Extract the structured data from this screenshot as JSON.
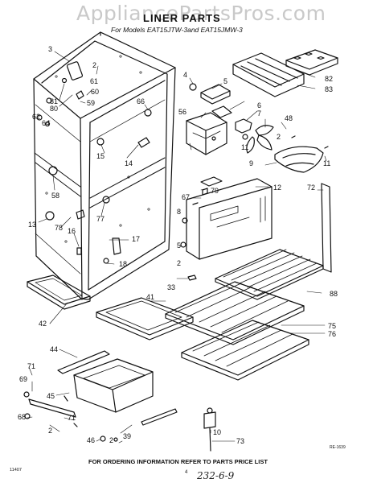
{
  "header": {
    "watermark": "AppliancePartsPros.com",
    "title": "LINER PARTS",
    "subtitle": "For Models EAT15JTW-3and EAT15JMW-3"
  },
  "footer": {
    "ordering_note": "FOR ORDERING INFORMATION REFER TO PARTS PRICE LIST",
    "doc_code": "11407",
    "page_number": "4",
    "ref_code": "RE-1639",
    "handwritten_note": "232-6-9"
  },
  "callouts": [
    "3",
    "2",
    "4",
    "61",
    "60",
    "59",
    "80",
    "81",
    "62",
    "64",
    "66",
    "5",
    "56",
    "6",
    "7",
    "48",
    "2",
    "11",
    "9",
    "11",
    "15",
    "14",
    "58",
    "79",
    "67",
    "12",
    "72",
    "77",
    "8",
    "78",
    "13",
    "16",
    "17",
    "5",
    "2",
    "18",
    "33",
    "88",
    "41",
    "42",
    "75",
    "76",
    "44",
    "71",
    "69",
    "45",
    "71",
    "68",
    "2",
    "39",
    "10",
    "46",
    "2",
    "73",
    "82",
    "83"
  ]
}
